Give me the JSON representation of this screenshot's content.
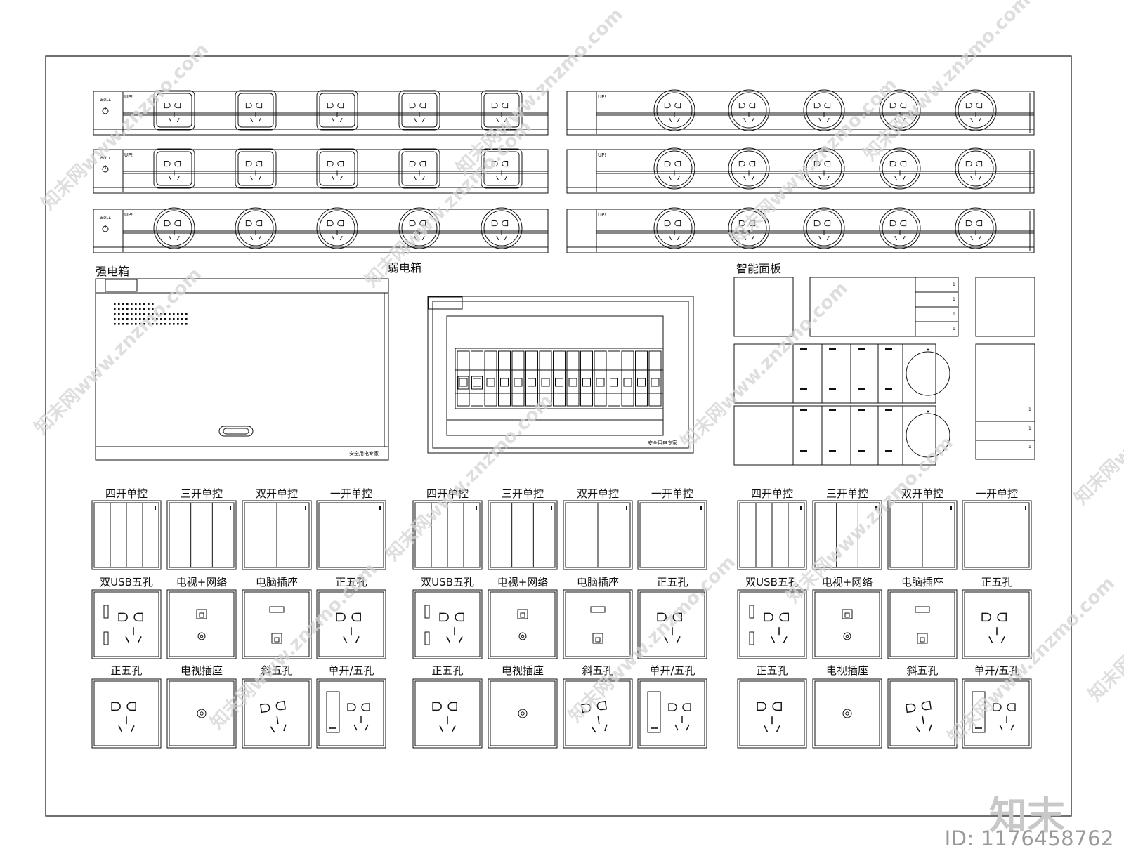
{
  "strips": {
    "brand": "BULL",
    "model": "UP!",
    "rows": [
      {
        "type": "square",
        "brand_visible": true
      },
      {
        "type": "square",
        "brand_visible": true
      },
      {
        "type": "round",
        "brand_visible": true
      },
      {
        "type": "round",
        "brand_visible": false
      },
      {
        "type": "round",
        "brand_visible": false
      },
      {
        "type": "round",
        "brand_visible": false
      }
    ]
  },
  "sections": {
    "strong_box": {
      "title": "强电箱",
      "footer": "安全用电专家"
    },
    "weak_box": {
      "title": "弱电箱",
      "footer": "安全用电专家"
    },
    "smart_panel": {
      "title": "智能面板",
      "key_mark": "1"
    }
  },
  "panel_groups": [
    {
      "row1": [
        {
          "label": "四开单控",
          "kind": "switch4"
        },
        {
          "label": "三开单控",
          "kind": "switch3"
        },
        {
          "label": "双开单控",
          "kind": "switch2"
        },
        {
          "label": "一开单控",
          "kind": "switch1"
        }
      ],
      "row2": [
        {
          "label": "双USB五孔",
          "kind": "usb5"
        },
        {
          "label": "电视+网络",
          "kind": "tvnet"
        },
        {
          "label": "电脑插座",
          "kind": "computer"
        },
        {
          "label": "正五孔",
          "kind": "five"
        }
      ],
      "row3": [
        {
          "label": "正五孔",
          "kind": "five"
        },
        {
          "label": "电视插座",
          "kind": "tv"
        },
        {
          "label": "斜五孔",
          "kind": "slant5"
        },
        {
          "label": "单开/五孔",
          "kind": "switch5"
        }
      ]
    },
    {
      "row1": [
        {
          "label": "四开单控",
          "kind": "switch4"
        },
        {
          "label": "三开单控",
          "kind": "switch3"
        },
        {
          "label": "双开单控",
          "kind": "switch2"
        },
        {
          "label": "一开单控",
          "kind": "switch1"
        }
      ],
      "row2": [
        {
          "label": "双USB五孔",
          "kind": "usb5"
        },
        {
          "label": "电视+网络",
          "kind": "tvnet"
        },
        {
          "label": "电脑插座",
          "kind": "computer"
        },
        {
          "label": "正五孔",
          "kind": "five"
        }
      ],
      "row3": [
        {
          "label": "正五孔",
          "kind": "five"
        },
        {
          "label": "电视插座",
          "kind": "tv"
        },
        {
          "label": "斜五孔",
          "kind": "slant5"
        },
        {
          "label": "单开/五孔",
          "kind": "switch5"
        }
      ]
    },
    {
      "row1": [
        {
          "label": "四开单控",
          "kind": "switch4"
        },
        {
          "label": "三开单控",
          "kind": "switch3"
        },
        {
          "label": "双开单控",
          "kind": "switch2"
        },
        {
          "label": "一开单控",
          "kind": "switch1"
        }
      ],
      "row2": [
        {
          "label": "双USB五孔",
          "kind": "usb5"
        },
        {
          "label": "电视+网络",
          "kind": "tvnet"
        },
        {
          "label": "电脑插座",
          "kind": "computer"
        },
        {
          "label": "正五孔",
          "kind": "five"
        }
      ],
      "row3": [
        {
          "label": "正五孔",
          "kind": "five"
        },
        {
          "label": "电视插座",
          "kind": "tv"
        },
        {
          "label": "斜五孔",
          "kind": "slant5"
        },
        {
          "label": "单开/五孔",
          "kind": "switch5"
        }
      ]
    }
  ],
  "watermark": {
    "text": "知末网www.znzmo.com",
    "logo": "知末",
    "id": "ID: 1176458762"
  },
  "colors": {
    "line": "#111111",
    "watermark": "#d4d4d4",
    "id_text": "#9a9a9a"
  }
}
